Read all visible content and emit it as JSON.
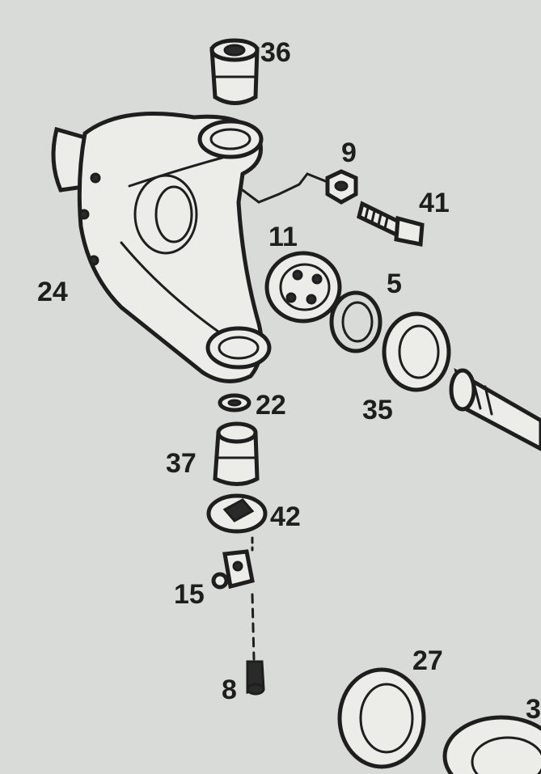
{
  "diagram": {
    "colors": {
      "background": "#d9dbd8",
      "ink": "#1e1e1e"
    },
    "callouts": [
      {
        "id": "36",
        "text": "36"
      },
      {
        "id": "9",
        "text": "9"
      },
      {
        "id": "41",
        "text": "41"
      },
      {
        "id": "11",
        "text": "11"
      },
      {
        "id": "24",
        "text": "24"
      },
      {
        "id": "5",
        "text": "5"
      },
      {
        "id": "22",
        "text": "22"
      },
      {
        "id": "35",
        "text": "35"
      },
      {
        "id": "37",
        "text": "37"
      },
      {
        "id": "42",
        "text": "42"
      },
      {
        "id": "15",
        "text": "15"
      },
      {
        "id": "27",
        "text": "27"
      },
      {
        "id": "8",
        "text": "8"
      },
      {
        "id": "3",
        "text": "3"
      }
    ]
  }
}
